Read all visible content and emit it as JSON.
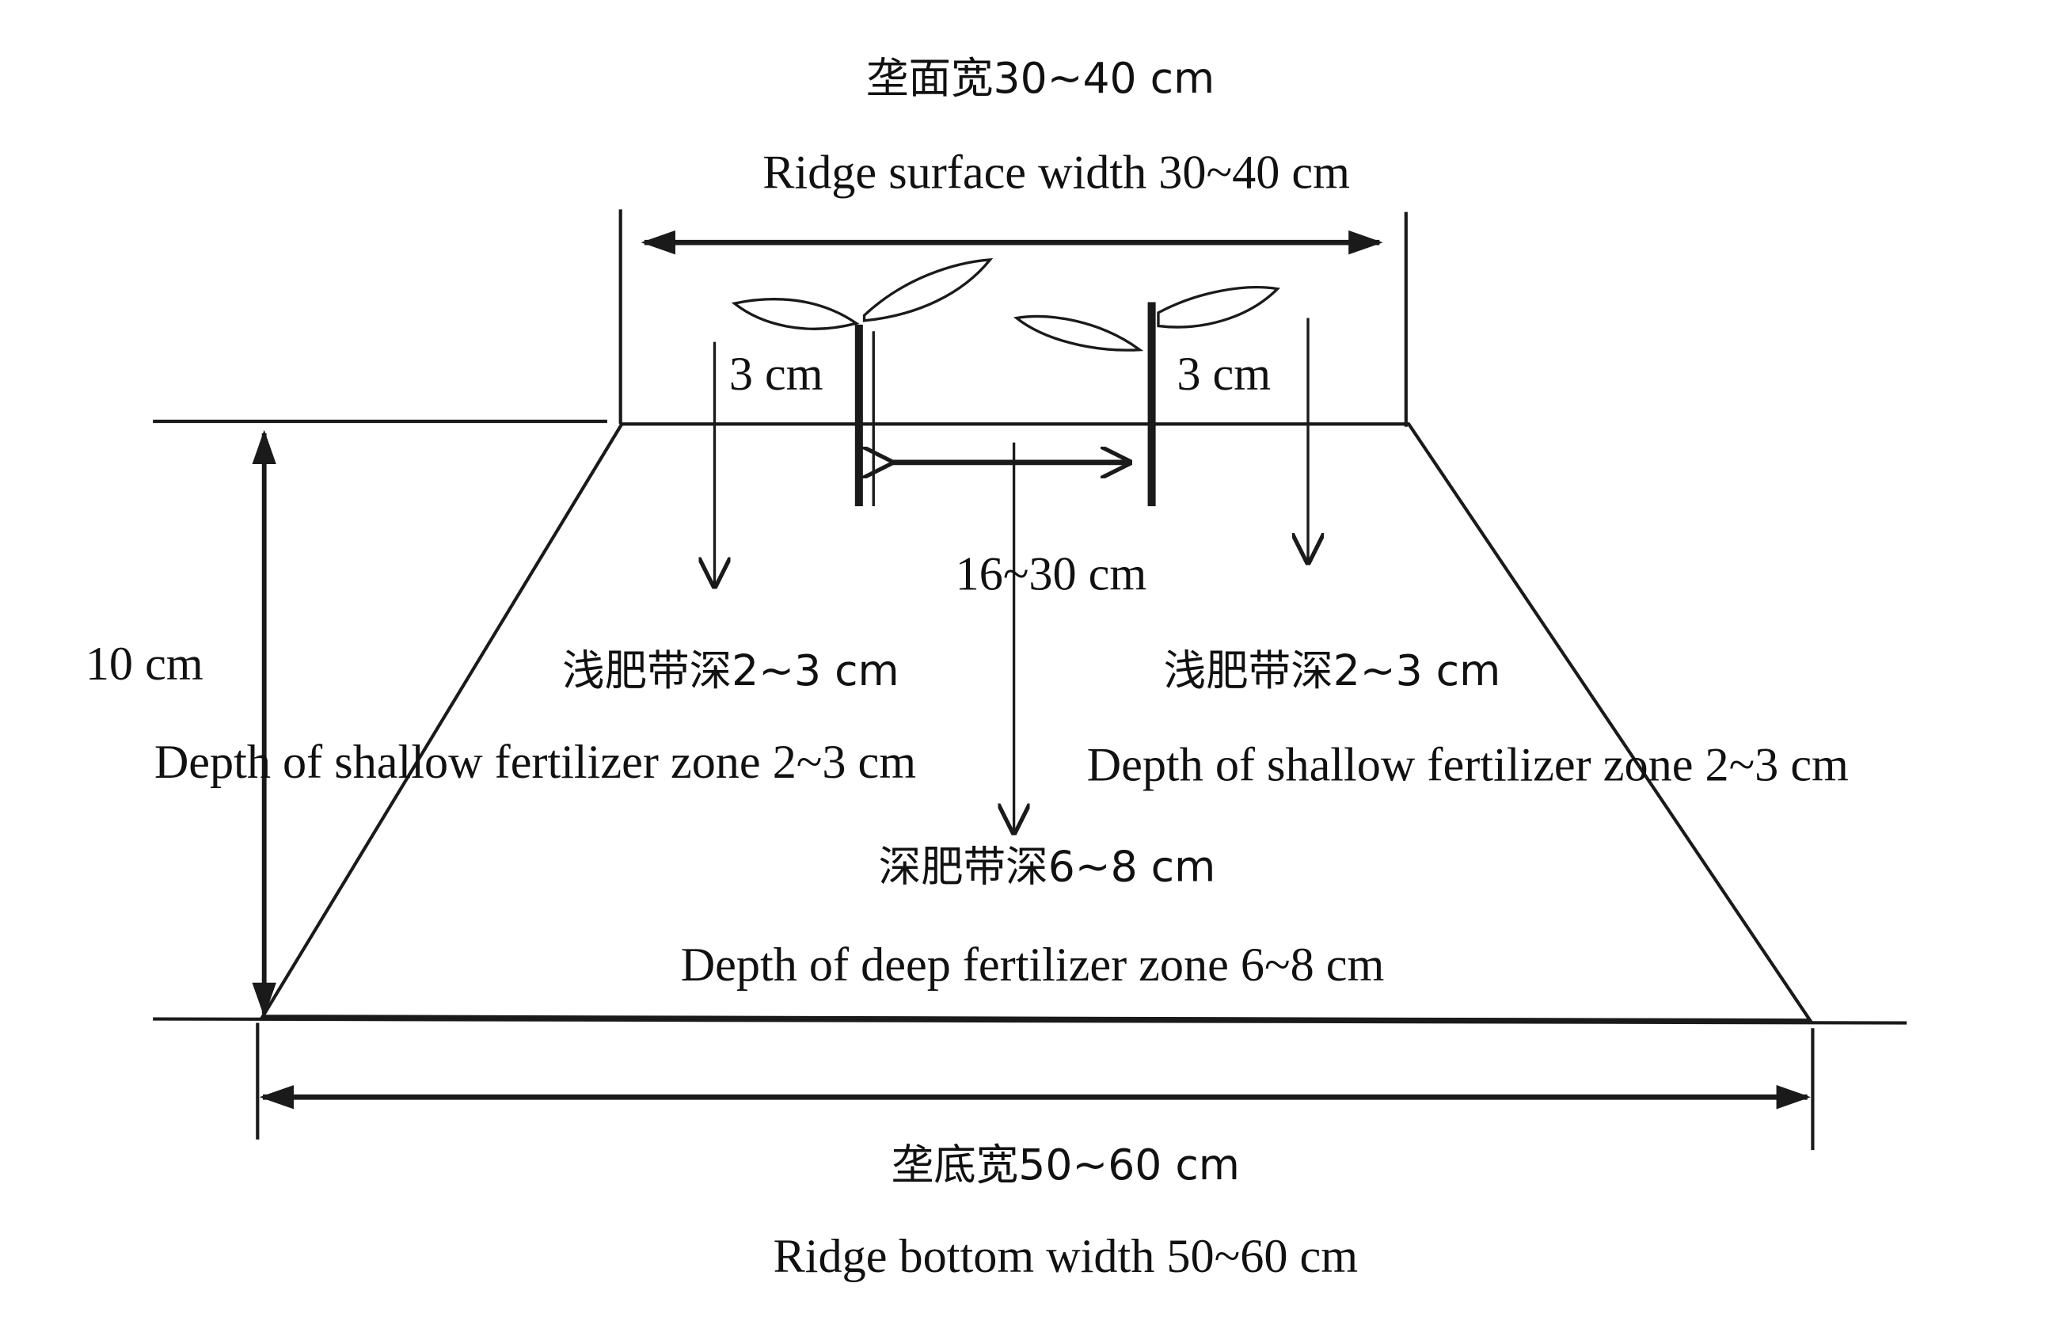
{
  "labels": {
    "surface_width_cn": "垄面宽30~40 cm",
    "surface_width_en": "Ridge surface width 30~40 cm",
    "left_offset": "3 cm",
    "right_offset": "3 cm",
    "row_spacing": "16~30 cm",
    "height": "10 cm",
    "shallow_left_cn": "浅肥带深2~3 cm",
    "shallow_left_en": "Depth of shallow fertilizer zone 2~3 cm",
    "shallow_right_cn": "浅肥带深2~3 cm",
    "shallow_right_en": "Depth of shallow fertilizer zone 2~3 cm",
    "deep_cn": "深肥带深6~8 cm",
    "deep_en": "Depth of deep fertilizer zone 6~8 cm",
    "bottom_width_cn": "垄底宽50~60 cm",
    "bottom_width_en": "Ridge bottom width 50~60 cm"
  },
  "colors": {
    "line": "#1a1a1a",
    "text": "#111111",
    "background": "#ffffff"
  }
}
